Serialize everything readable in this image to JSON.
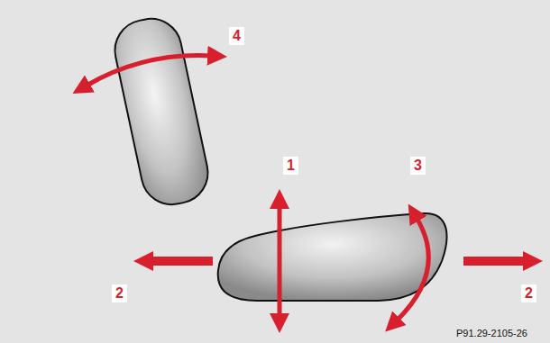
{
  "diagram": {
    "labels": [
      "4",
      "1",
      "3",
      "2",
      "2",
      "P91.29-2105-26"
    ]
  }
}
